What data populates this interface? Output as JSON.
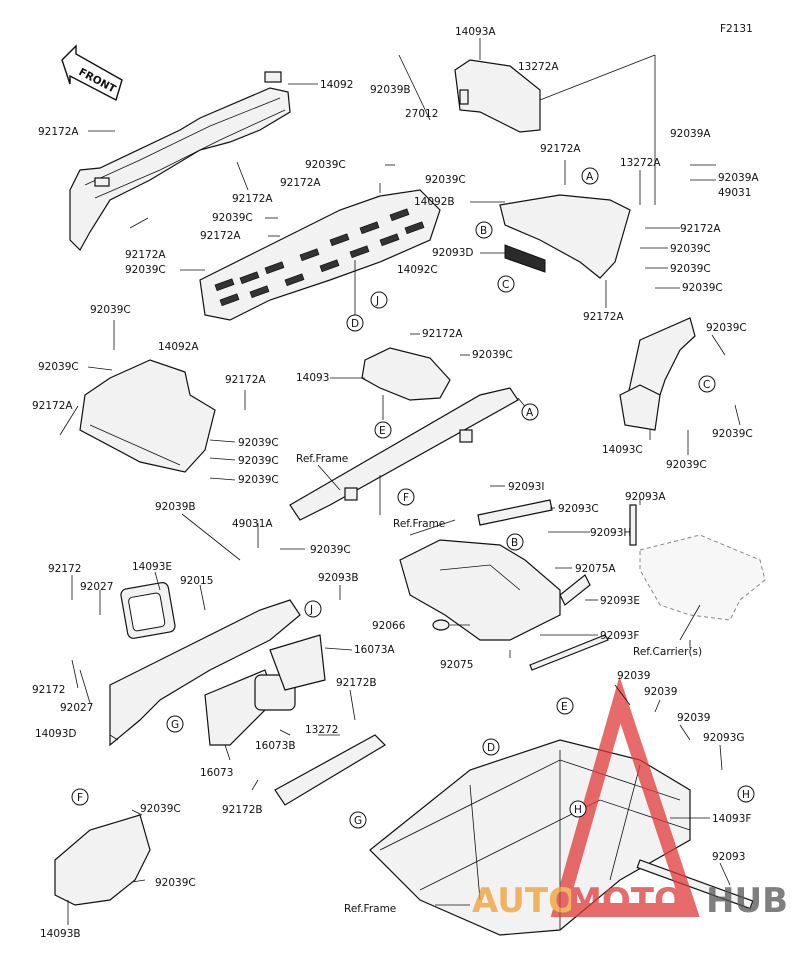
{
  "figure_code": "F2131",
  "front_label": "FRONT",
  "ref_frame": "Ref.Frame",
  "ref_carrier": "Ref.Carrier(s)",
  "watermark": {
    "part1": "AUTO",
    "part2": "MOTO",
    "part3": "HUB"
  },
  "letters": {
    "A": "A",
    "B": "B",
    "C": "C",
    "D": "D",
    "E": "E",
    "F": "F",
    "G": "G",
    "H": "H",
    "J": "J"
  },
  "parts": {
    "p14092": "14092",
    "p14093A": "14093A",
    "p92039B": "92039B",
    "p27012": "27012",
    "p13272A": "13272A",
    "p92172A": "92172A",
    "p92039C": "92039C",
    "p14092B": "14092B",
    "p14092C": "14092C",
    "p92039A": "92039A",
    "p49031": "49031",
    "p92093D": "92093D",
    "p14092A": "14092A",
    "p14093": "14093",
    "p14093C": "14093C",
    "p92093I": "92093I",
    "p92093C": "92093C",
    "p92093H": "92093H",
    "p92093A": "92093A",
    "p49031A": "49031A",
    "p92172": "92172",
    "p92027": "92027",
    "p14093E": "14093E",
    "p92015": "92015",
    "p92093B": "92093B",
    "p16073A": "16073A",
    "p92172B": "92172B",
    "p13272": "13272",
    "p16073B": "16073B",
    "p16073": "16073",
    "p14093D": "14093D",
    "p92075A": "92075A",
    "p92093E": "92093E",
    "p92066": "92066",
    "p92093F": "92093F",
    "p92075": "92075",
    "p92039": "92039",
    "p92093G": "92093G",
    "p14093F": "14093F",
    "p92093": "92093",
    "p14093B": "14093B"
  }
}
